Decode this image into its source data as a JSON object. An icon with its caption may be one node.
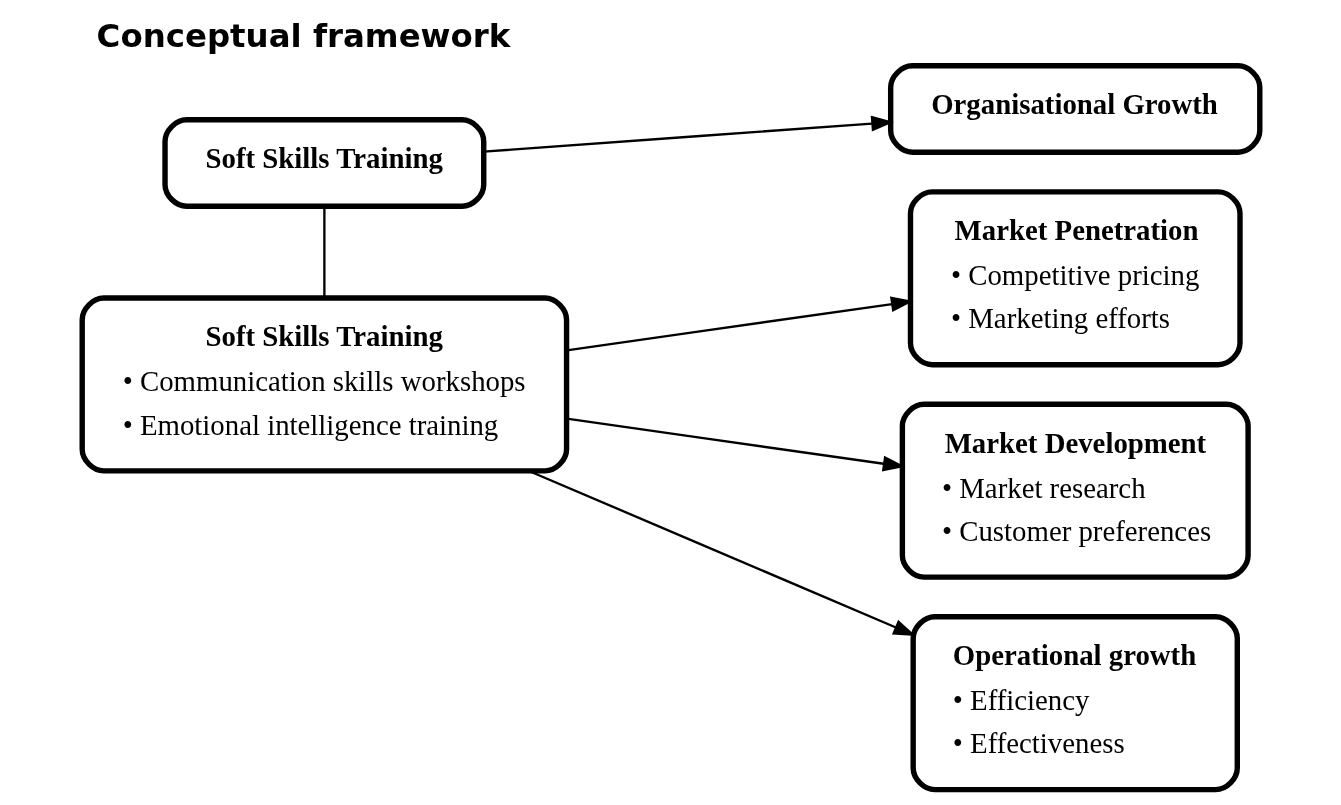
{
  "diagram": {
    "title": "Conceptual framework",
    "nodes": [
      {
        "text": [
          "Soft Skills Training"
        ]
      },
      {
        "text": [
          "Organisational Growth"
        ]
      },
      {
        "text": [
          "Soft Skills Training",
          "• Communication skills workshops",
          "• Emotional intelligence training"
        ]
      },
      {
        "text": [
          "Market Penetration",
          "• Competitive pricing",
          "• Marketing efforts"
        ]
      },
      {
        "text": [
          "Market Development",
          "• Market research",
          "• Customer preferences"
        ]
      },
      {
        "text": [
          "Operational growth",
          "• Efficiency",
          "• Effectiveness"
        ]
      }
    ],
    "edges": [
      {
        "from": 0,
        "to": 1,
        "arrow": "to"
      },
      {
        "from": 0,
        "to": 2,
        "arrow": "none"
      },
      {
        "from": 2,
        "to": 3,
        "arrow": "to"
      },
      {
        "from": 2,
        "to": 4,
        "arrow": "to"
      },
      {
        "from": 2,
        "to": 5,
        "arrow": "to"
      }
    ]
  }
}
